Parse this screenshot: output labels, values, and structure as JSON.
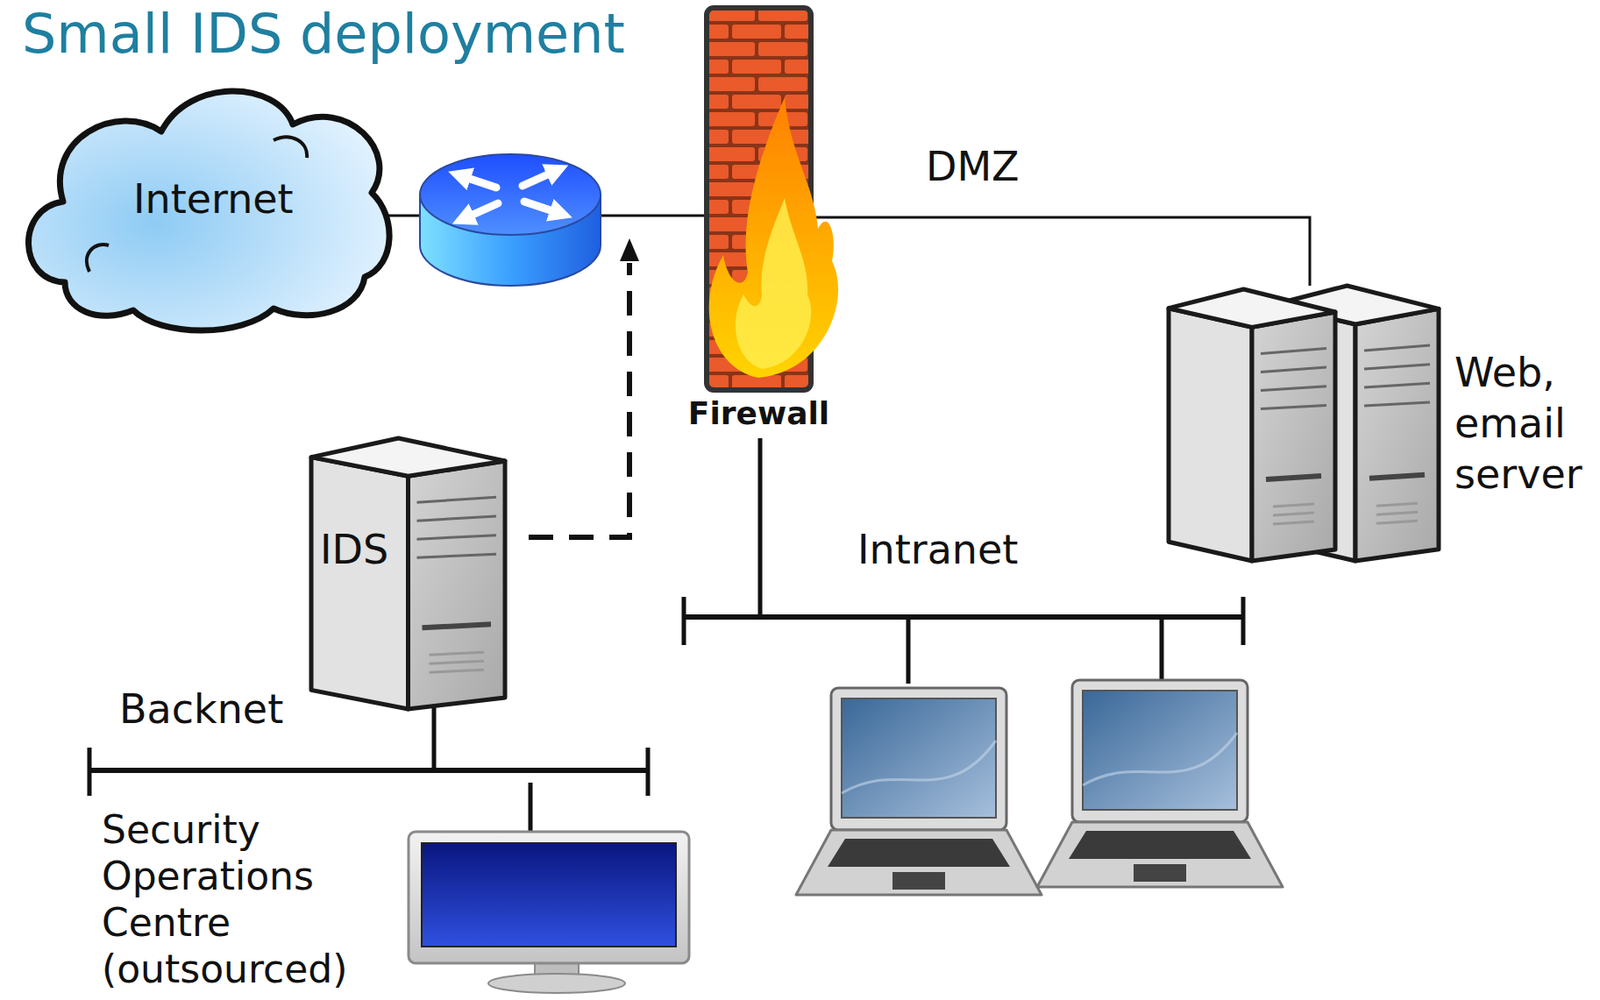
{
  "diagram": {
    "title": "Small IDS deployment",
    "nodes": [
      {
        "text": [
          "Internet"
        ]
      },
      {
        "text": [
          "Firewall"
        ]
      },
      {
        "text": [
          "Web, email server"
        ]
      },
      {
        "text": [
          "IDS"
        ]
      },
      {
        "text": [
          "Security Operations Centre (outsourced)"
        ]
      }
    ],
    "edges": [
      {
        "from": 0,
        "to": 1,
        "arrow": "none"
      },
      {
        "from": 1,
        "to": 2,
        "label": "DMZ",
        "arrow": "none"
      }
    ],
    "labels": [
      "Intranet",
      "Backnet"
    ]
  }
}
